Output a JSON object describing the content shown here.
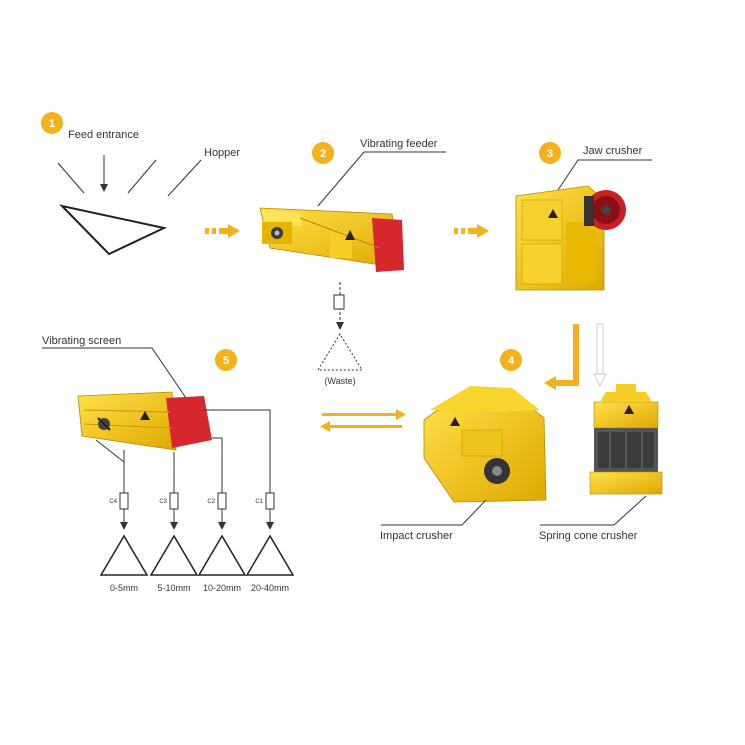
{
  "steps": [
    {
      "number": "1",
      "labels": [
        "Feed entrance",
        "Hopper"
      ]
    },
    {
      "number": "2",
      "labels": [
        "Vibrating feeder"
      ],
      "waste": "(Waste)"
    },
    {
      "number": "3",
      "labels": [
        "Jaw crusher"
      ]
    },
    {
      "number": "4",
      "labels": [
        "Impact crusher",
        "Spring cone crusher"
      ]
    },
    {
      "number": "5",
      "labels": [
        "Vibrating screen"
      ]
    }
  ],
  "screen_outputs": [
    {
      "code": "C4",
      "size": "0-5mm"
    },
    {
      "code": "C3",
      "size": "5-10mm"
    },
    {
      "code": "C2",
      "size": "10-20mm"
    },
    {
      "code": "C1",
      "size": "20-40mm"
    }
  ],
  "colors": {
    "machine_yellow": "#f2c416",
    "machine_red": "#d8262e",
    "badge": "#f3b21b",
    "arrow": "#f3b21b"
  }
}
